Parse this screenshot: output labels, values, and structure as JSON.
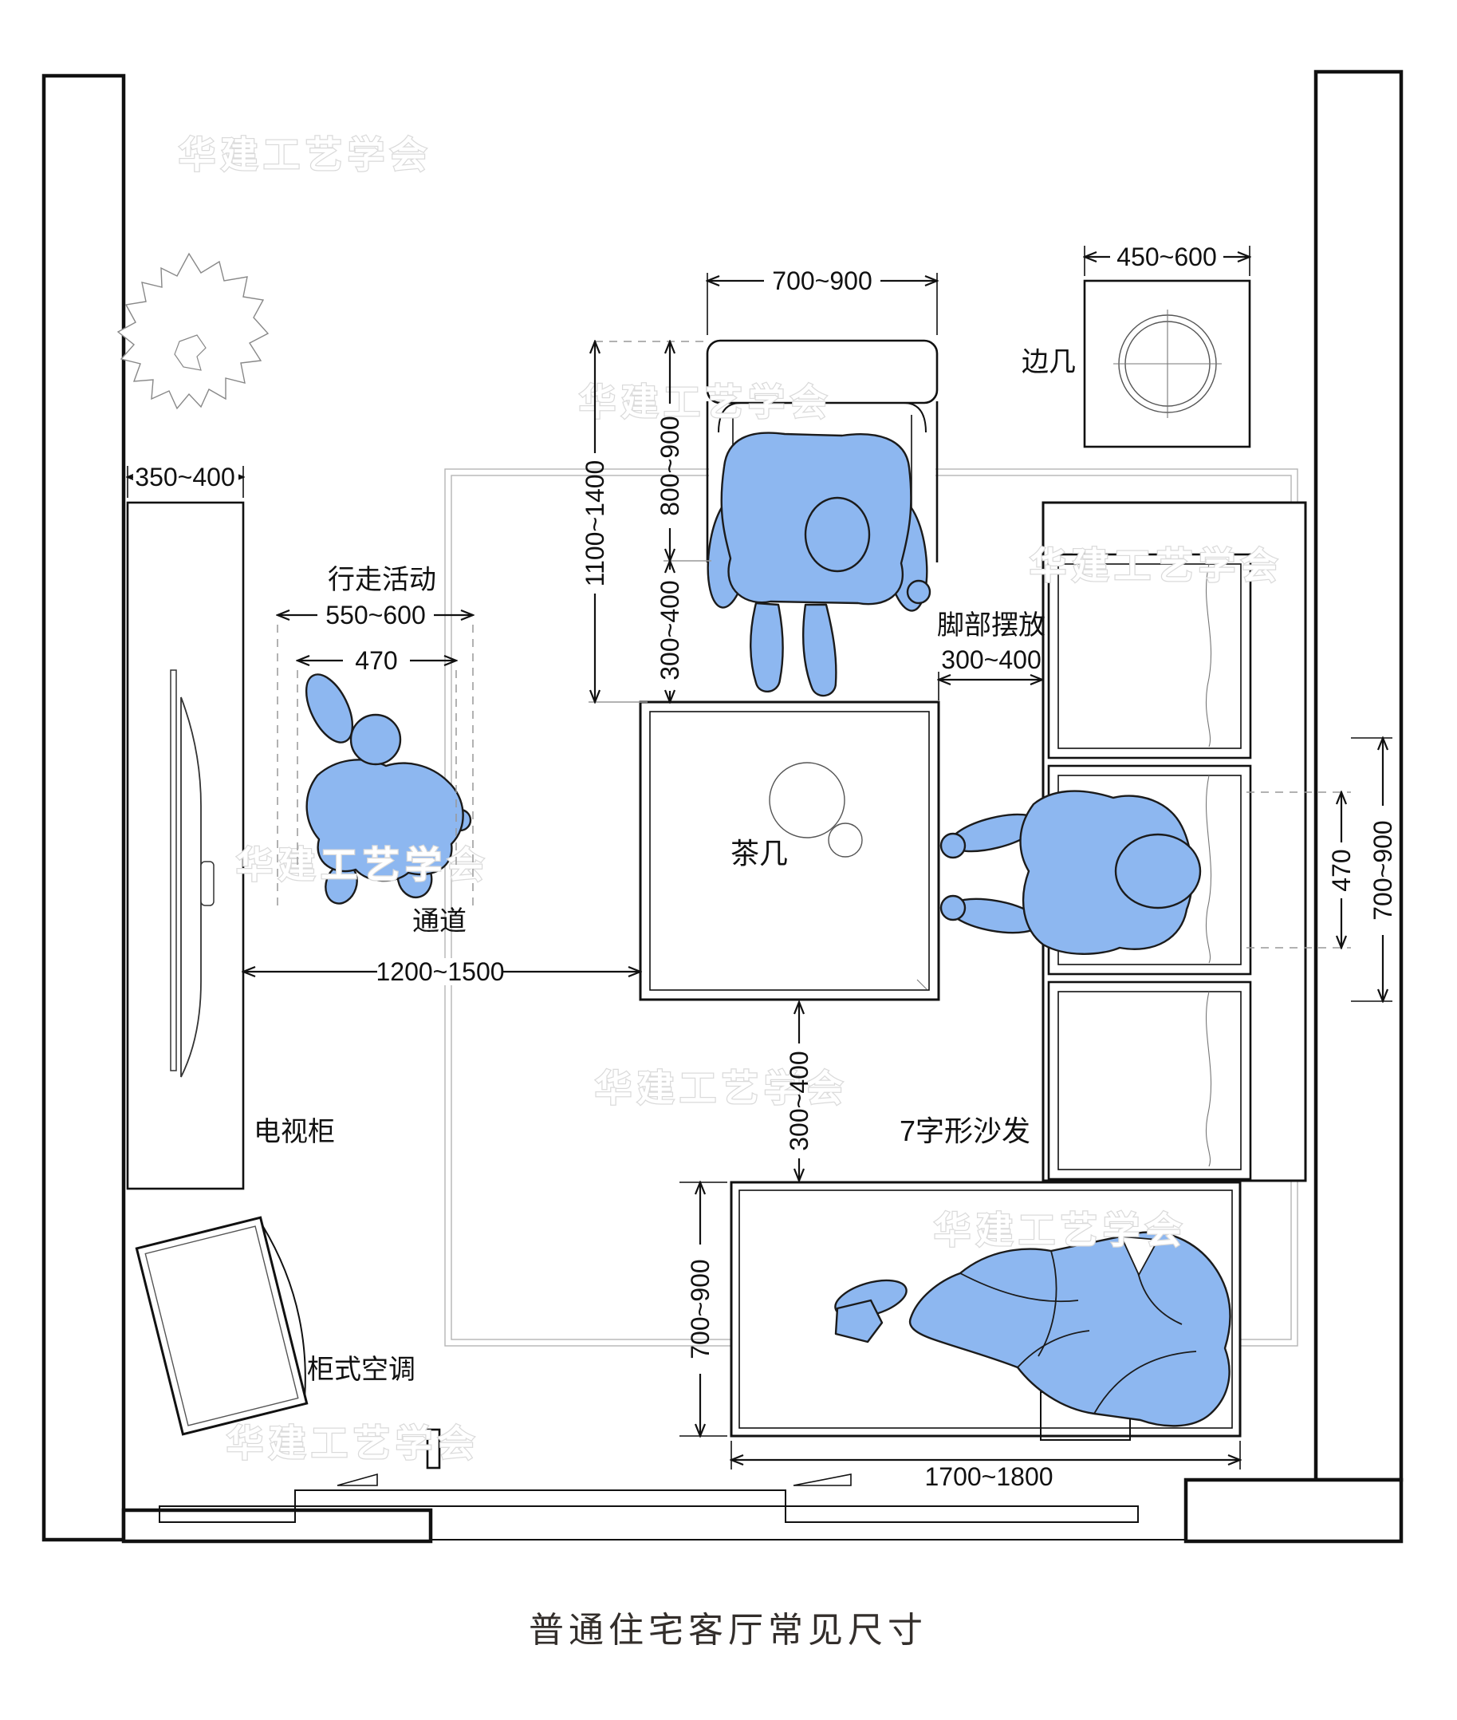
{
  "title": "普通住宅客厅常见尺寸",
  "watermark": "华建工艺学会",
  "colors": {
    "person_fill": "#8DB7F0",
    "watermark_stroke": "#dadada",
    "line": "#111111"
  },
  "labels": {
    "side_table": "边几",
    "walking_activity": "行走活动",
    "passage": "通道",
    "tv_cabinet": "电视柜",
    "cabinet_ac": "柜式空调",
    "coffee_table": "茶几",
    "foot_placement": "脚部摆放",
    "sofa": "7字形沙发"
  },
  "dimensions": {
    "side_table_width": "450~600",
    "armchair_width": "700~900",
    "armchair_depth": "800~900",
    "armchair_total": "1100~1400",
    "armchair_table_gap": "300~400",
    "tv_cabinet_depth": "350~400",
    "walking_zone": "550~600",
    "walking_body": "470",
    "passage_width": "1200~1500",
    "foot_zone": "300~400",
    "seat_width": "470",
    "seat_total": "700~900",
    "table_sofa_gap": "300~400",
    "chaise_depth": "700~900",
    "chaise_length": "1700~1800"
  }
}
